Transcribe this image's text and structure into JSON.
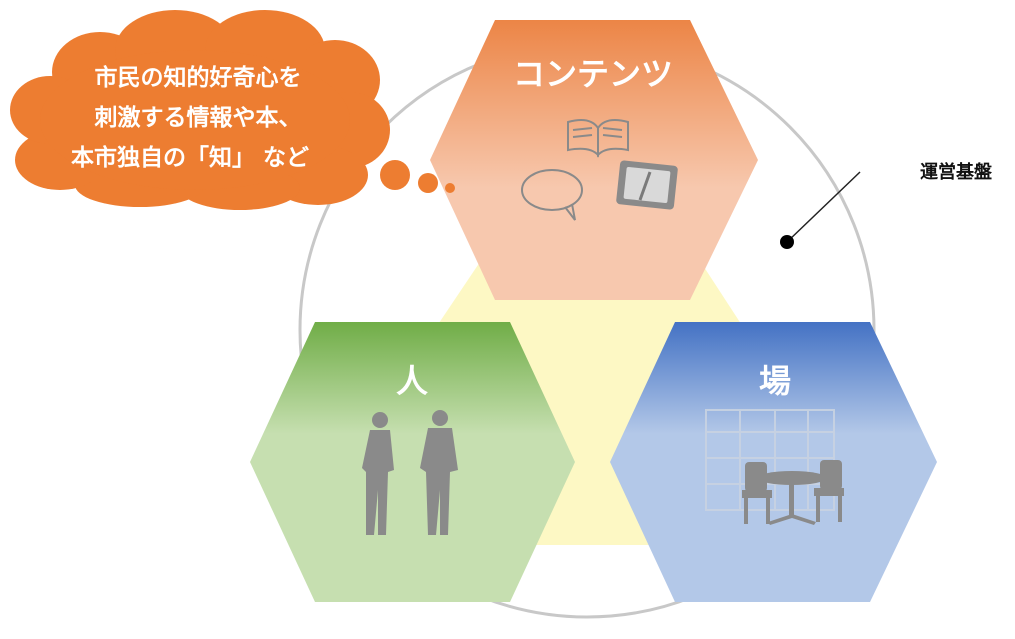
{
  "colors": {
    "circle_stroke": "#c8c8c8",
    "triangle_fill": "#fdf8c4",
    "contents_top": "#ec8546",
    "contents_bottom": "#f7c8ae",
    "people_top": "#70ad47",
    "people_bottom": "#c6dfb0",
    "place_top": "#4472c4",
    "place_bottom": "#b3c8e8",
    "cloud_fill": "#ed7d31",
    "icon_gray": "#8a8a8a"
  },
  "hexagons": {
    "contents": {
      "title": "コンテンツ",
      "icons": [
        "book-icon",
        "speech-bubble-icon",
        "tablet-icon"
      ]
    },
    "people": {
      "title": "人",
      "icons": [
        "people-silhouette-icon"
      ]
    },
    "place": {
      "title": "場",
      "icons": [
        "table-chairs-icon"
      ]
    }
  },
  "cloud": {
    "lines": [
      "市民の知的好奇心を",
      "刺激する情報や本、",
      "本市独自の「知」 など"
    ]
  },
  "callout": {
    "label": "運営基盤"
  }
}
